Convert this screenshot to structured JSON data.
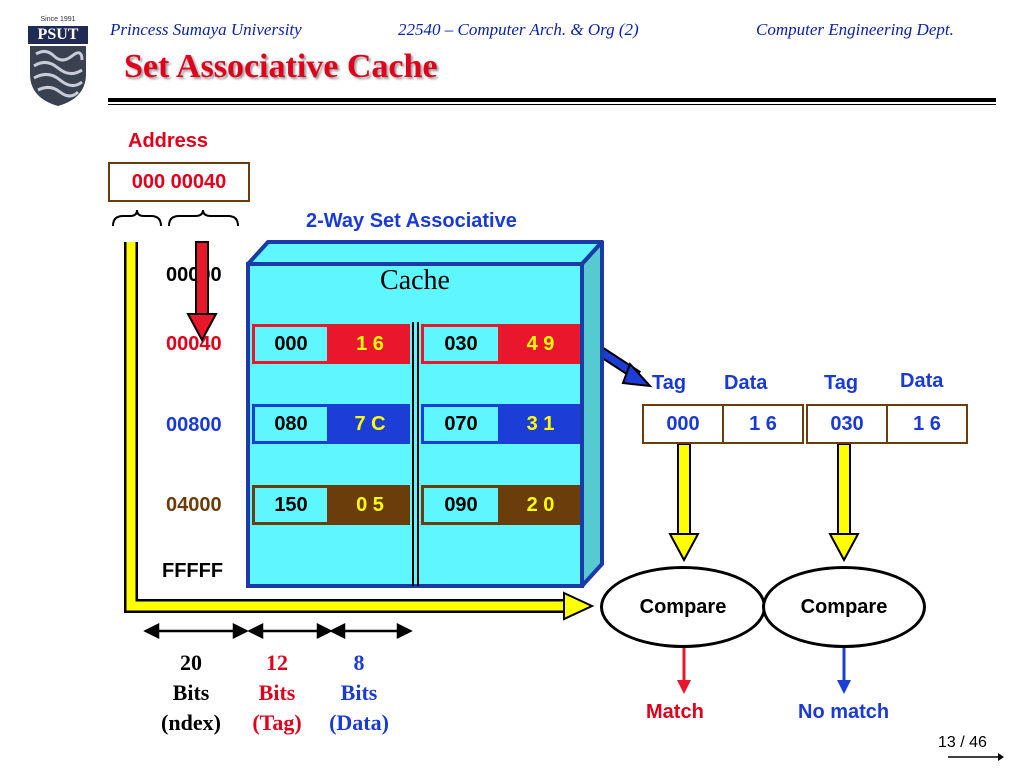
{
  "header": {
    "university": "Princess Sumaya University",
    "course": "22540 – Computer Arch. & Org (2)",
    "dept": "Computer Engineering Dept.",
    "title": "Set Associative Cache"
  },
  "logo": {
    "since": "Since 1991",
    "text": "PSUT"
  },
  "address": {
    "label": "Address",
    "value": "000 00040"
  },
  "cache": {
    "heading": "2-Way Set Associative",
    "label": "Cache",
    "set_labels": [
      "00000",
      "00040",
      "00800",
      "04000",
      "FFFFF"
    ],
    "rows": [
      {
        "tag1": "000",
        "data1": "1 6",
        "tag2": "030",
        "data2": "4 9",
        "color": "#e8172b"
      },
      {
        "tag1": "080",
        "data1": "7 C",
        "tag2": "070",
        "data2": "3 1",
        "color": "#1d3ed6"
      },
      {
        "tag1": "150",
        "data1": "0 5",
        "tag2": "090",
        "data2": "2 0",
        "color": "#6b3d0a"
      }
    ],
    "colors": {
      "body": "#5ef7ff",
      "frame": "#1a3aa8",
      "side": "#55cbd1"
    }
  },
  "fetched": {
    "headers": [
      "Tag",
      "Data",
      "Tag",
      "Data"
    ],
    "values": [
      "000",
      "1 6",
      "030",
      "1 6"
    ]
  },
  "compare": {
    "left": "Compare",
    "right": "Compare",
    "match": "Match",
    "no_match": "No match"
  },
  "bits": [
    {
      "num": "20",
      "unit": "Bits",
      "desc": "(ndex)",
      "color": "#000000"
    },
    {
      "num": "12",
      "unit": "Bits",
      "desc": "(Tag)",
      "color": "#e0001b"
    },
    {
      "num": "8",
      "unit": "Bits",
      "desc": "(Data)",
      "color": "#1a3ad6"
    }
  ],
  "page": {
    "number": "13 / 46"
  }
}
